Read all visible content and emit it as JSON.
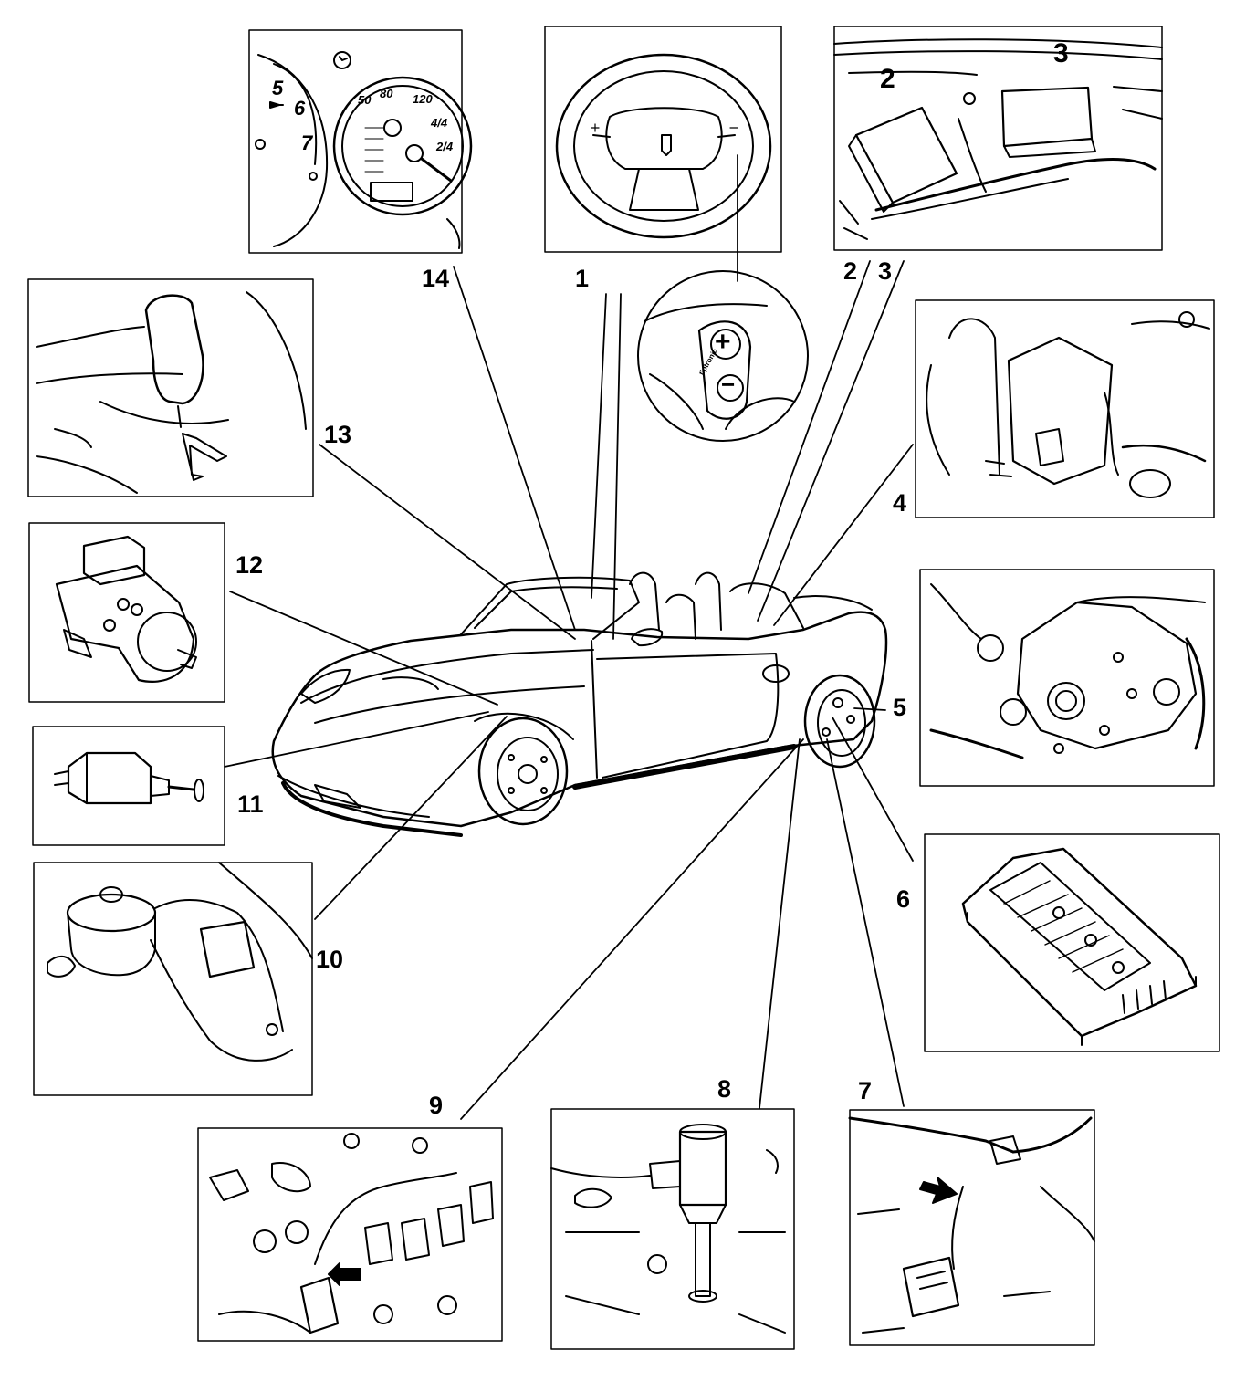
{
  "callouts": {
    "c1": "1",
    "c2": "2",
    "c3": "3",
    "c4": "4",
    "c5": "5",
    "c6": "6",
    "c7": "7",
    "c8": "8",
    "c9": "9",
    "c10": "10",
    "c11": "11",
    "c12": "12",
    "c13": "13",
    "c14": "14"
  },
  "inset_labels": {
    "module_2": "2",
    "module_3": "3"
  },
  "cluster": {
    "tacho": [
      "5",
      "6",
      "7"
    ],
    "speedo": [
      "50",
      "80",
      "120",
      "4/4",
      "2/4"
    ]
  },
  "wheel_switch": {
    "plus": "+",
    "minus": "−",
    "switch_text": "tiptronic"
  },
  "colors": {
    "ink": "#000000",
    "paper": "#ffffff"
  }
}
